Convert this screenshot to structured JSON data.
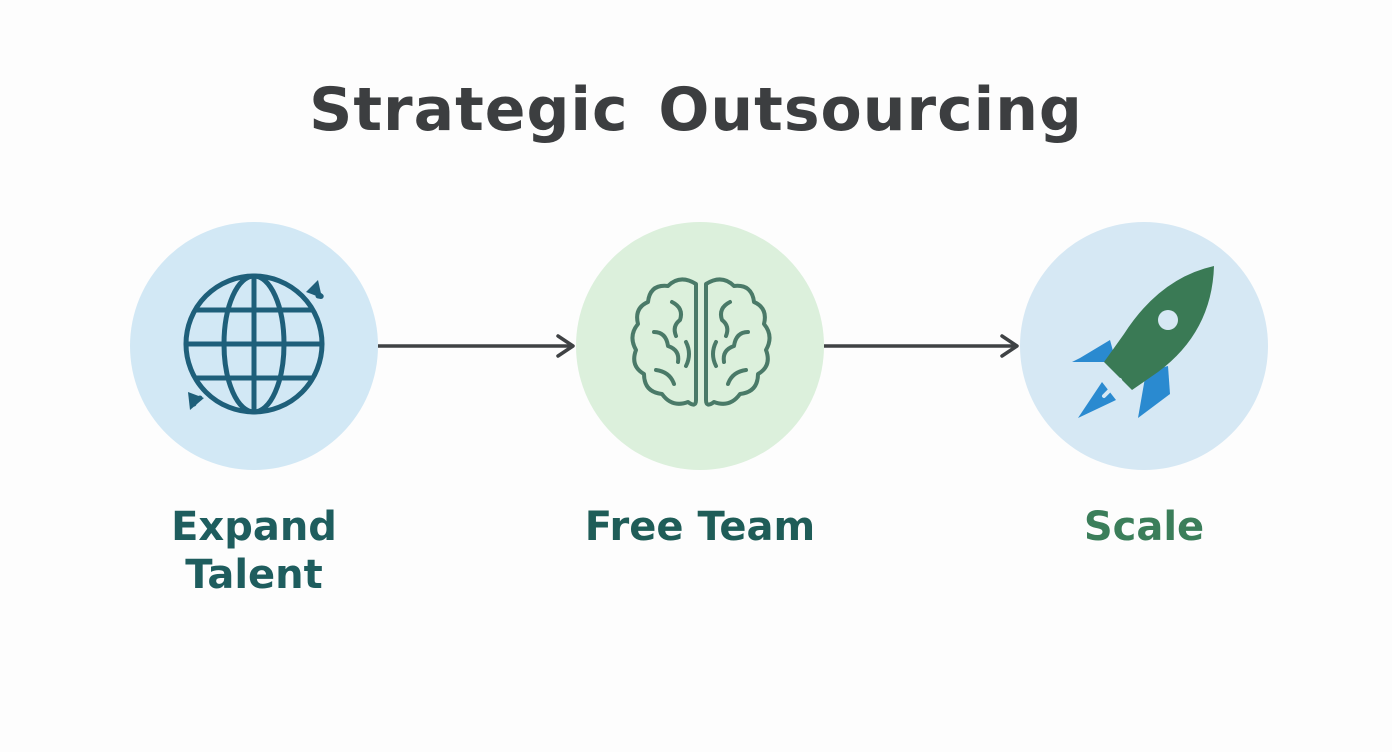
{
  "title": "Strategic Outsourcing",
  "colors": {
    "title": "#3c3e40",
    "arrow": "#3f4244",
    "node1_fill": "#d2e8f5",
    "node2_fill": "#dcf0dc",
    "node3_fill": "#d6e8f4",
    "globe_stroke": "#1e5f7a",
    "brain_stroke": "#4a7a68",
    "rocket_body": "#3a7a55",
    "rocket_fins": "#2a8ad0",
    "label1": "#1e5d5e",
    "label2": "#1f5d58",
    "label3": "#3b7e5a"
  },
  "nodes": [
    {
      "label": "Expand Talent",
      "icon": "globe-icon"
    },
    {
      "label": "Free Team",
      "icon": "brain-icon"
    },
    {
      "label": "Scale",
      "icon": "rocket-icon"
    }
  ]
}
